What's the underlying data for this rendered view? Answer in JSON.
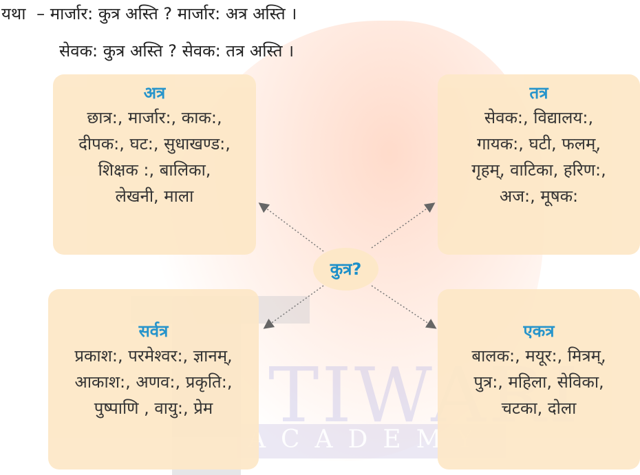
{
  "example_label": "यथा",
  "line1": "– मार्जार: कुत्र अस्ति ? मार्जार: अत्र अस्ति ।",
  "line2": "सेवक: कुत्र अस्ति ? सेवक: तत्र अस्ति ।",
  "center_label": "कुत्र?",
  "boxes": {
    "atra": {
      "title": "अत्र",
      "rows": [
        "छात्र:, मार्जार:, काक:,",
        "दीपक:, घट:, सुधाखण्ड:,",
        "शिक्षक :, बालिका,",
        "लेखनी, माला"
      ]
    },
    "tatra": {
      "title": "तत्र",
      "rows": [
        "सेवक:, विद्यालय:,",
        "गायक:, घटी, फलम्,",
        "गृहम्, वाटिका, हरिण:,",
        "अज:, मूषक:"
      ]
    },
    "sarvatra": {
      "title": "सर्वत्र",
      "rows": [
        "प्रकाश:, परमेश्वर:, ज्ञानम्,",
        "आकाश:, अणव:, प्रकृति:,",
        "पुष्पाणि , वायु:, प्रेम"
      ]
    },
    "ekatra": {
      "title": "एकत्र",
      "rows": [
        "बालक:, मयूर:, मित्रम्,",
        "पुत्र:, महिला, सेविका,",
        "चटका, दोला"
      ]
    }
  },
  "watermark": {
    "main": "TIWARI",
    "sub": "ACADEMY"
  }
}
